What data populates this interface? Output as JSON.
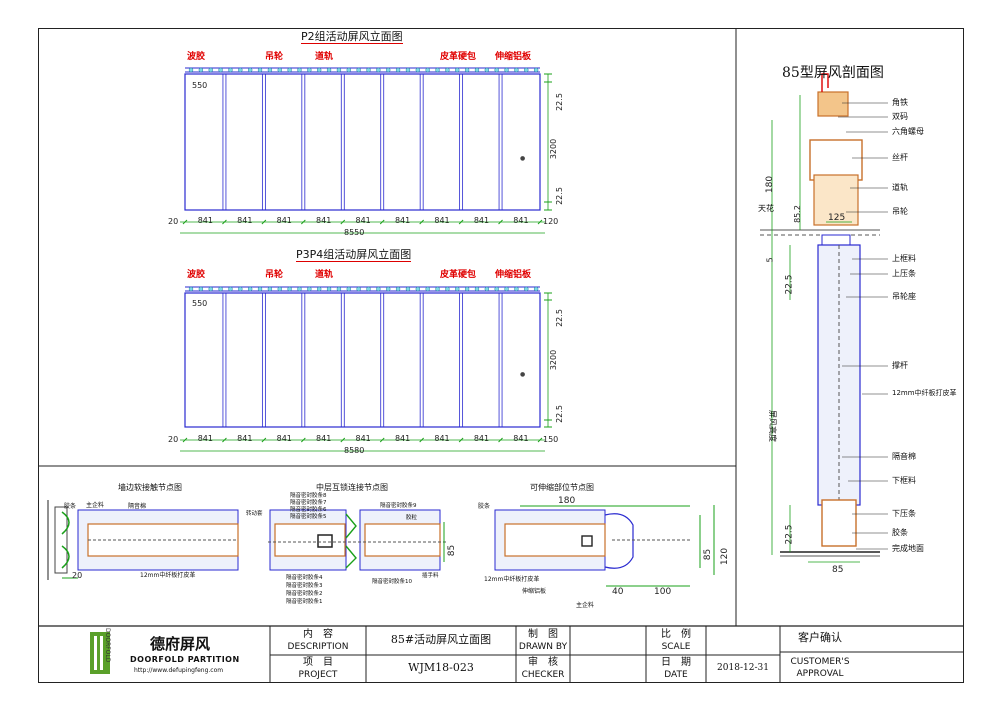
{
  "elev1": {
    "title": "P2组活动屏风立面图",
    "labels": {
      "rubber": "波胶",
      "wheel": "吊轮",
      "track": "道轨",
      "leather": "皮革硬包",
      "alu": "伸缩铝板"
    },
    "left_dim": "550",
    "right_dims": [
      "22.5",
      "3200",
      "22.5"
    ],
    "bottom_start": "20",
    "bottom_end": "120",
    "panels": [
      "841",
      "841",
      "841",
      "841",
      "841",
      "841",
      "841",
      "841",
      "841"
    ],
    "total": "8550"
  },
  "elev2": {
    "title": "P3P4组活动屏风立面图",
    "labels": {
      "rubber": "波胶",
      "wheel": "吊轮",
      "track": "道轨",
      "leather": "皮革硬包",
      "alu": "伸缩铝板"
    },
    "left_dim": "550",
    "right_dims": [
      "22.5",
      "3200",
      "22.5"
    ],
    "bottom_start": "20",
    "bottom_end": "150",
    "panels": [
      "841",
      "841",
      "841",
      "841",
      "841",
      "841",
      "841",
      "841",
      "841"
    ],
    "total": "8580"
  },
  "detail1": {
    "title": "墙边软接触节点图",
    "labels": [
      "胶条",
      "主企料",
      "隔音棉",
      "12mm中纤板打皮革"
    ],
    "dim": "20"
  },
  "detail2": {
    "title": "中层互锁连接节点图",
    "labels_top": [
      "隔音密封胶条8",
      "隔音密封胶条7",
      "隔音密封胶条6",
      "隔音密封胶条5",
      "转动套",
      "胶粒",
      "隔音密封胶条9"
    ],
    "labels_bottom": [
      "隔音密封胶条4",
      "隔音密封胶条3",
      "隔音密封胶条2",
      "隔音密封胶条1",
      "隔音密封胶条10",
      "插手料"
    ],
    "dim": "85"
  },
  "detail3": {
    "title": "可伸缩部位节点图",
    "labels": [
      "胶条",
      "12mm中纤板打皮革",
      "伸缩铝板",
      "主企料"
    ],
    "dims": {
      "top": "180",
      "h1": "85",
      "h2": "120",
      "b1": "40",
      "b2": "100"
    }
  },
  "section": {
    "title": "85型屏风剖面图",
    "labels": [
      "角铁",
      "双码",
      "六角螺母",
      "丝杆",
      "道轨",
      "吊轮",
      "上框料",
      "上压条",
      "吊轮座",
      "撑杆",
      "12mm中纤板打皮革",
      "隔音棉",
      "下框料",
      "下压条",
      "胶条",
      "完成地面"
    ],
    "left_labels": {
      "ceiling": "天花",
      "height": "屏风高度"
    },
    "dims": {
      "d180": "180",
      "d85_2": "85.2",
      "d125": "125",
      "d5": "5",
      "d22_top": "22.5",
      "d22_bot": "22.5",
      "d85": "85"
    }
  },
  "titleblock": {
    "company_cn": "德府屏风",
    "company_en": "DOORFOLD PARTITION",
    "url": "http://www.defupingfeng.com",
    "logo_text": "DOORFOLD",
    "content_cn": "内　容",
    "content_en": "DESCRIPTION",
    "content_value": "85#活动屏风立面图",
    "project_cn": "项　目",
    "project_en": "PROJECT",
    "project_value": "WJM18-023",
    "drawn_cn": "制　图",
    "drawn_en": "DRAWN BY",
    "checker_cn": "审　核",
    "checker_en": "CHECKER",
    "scale_cn": "比　例",
    "scale_en": "SCALE",
    "date_cn": "日　期",
    "date_en": "DATE",
    "date_value": "2018-12-31",
    "customer_cn": "客户确认",
    "customer_en1": "CUSTOMER'S",
    "customer_en2": "APPROVAL"
  },
  "colors": {
    "line": "#2a2ad0",
    "frame": "#222222",
    "label": "#e00000",
    "dim": "#1aa01a",
    "wood": "#c8702a",
    "panel": "#a8b8e8"
  }
}
